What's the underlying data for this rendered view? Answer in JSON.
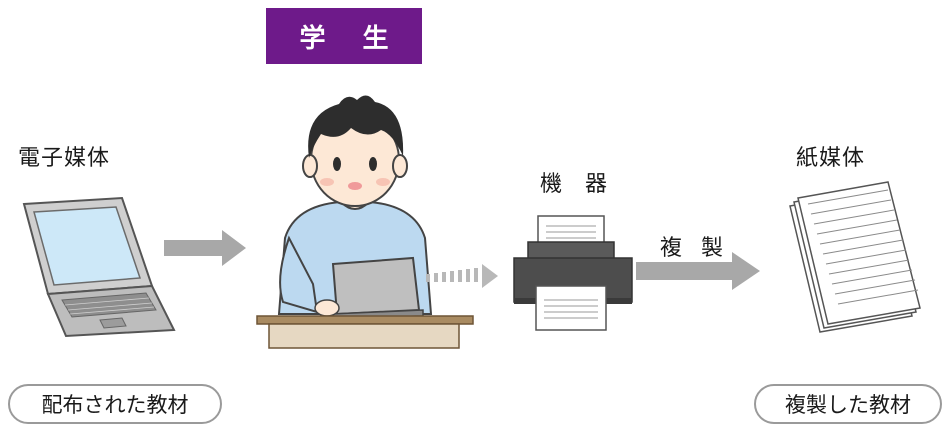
{
  "student_label": "学 生",
  "electronic_media_label": "電子媒体",
  "device_label": "機 器",
  "copy_label": "複 製",
  "paper_media_label": "紙媒体",
  "distributed_material_label": "配布された教材",
  "copied_material_label": "複製した教材",
  "colors": {
    "badge": "#6e1a8a",
    "arrow": "#a8a8a8",
    "pill_border": "#9a9a9a"
  }
}
